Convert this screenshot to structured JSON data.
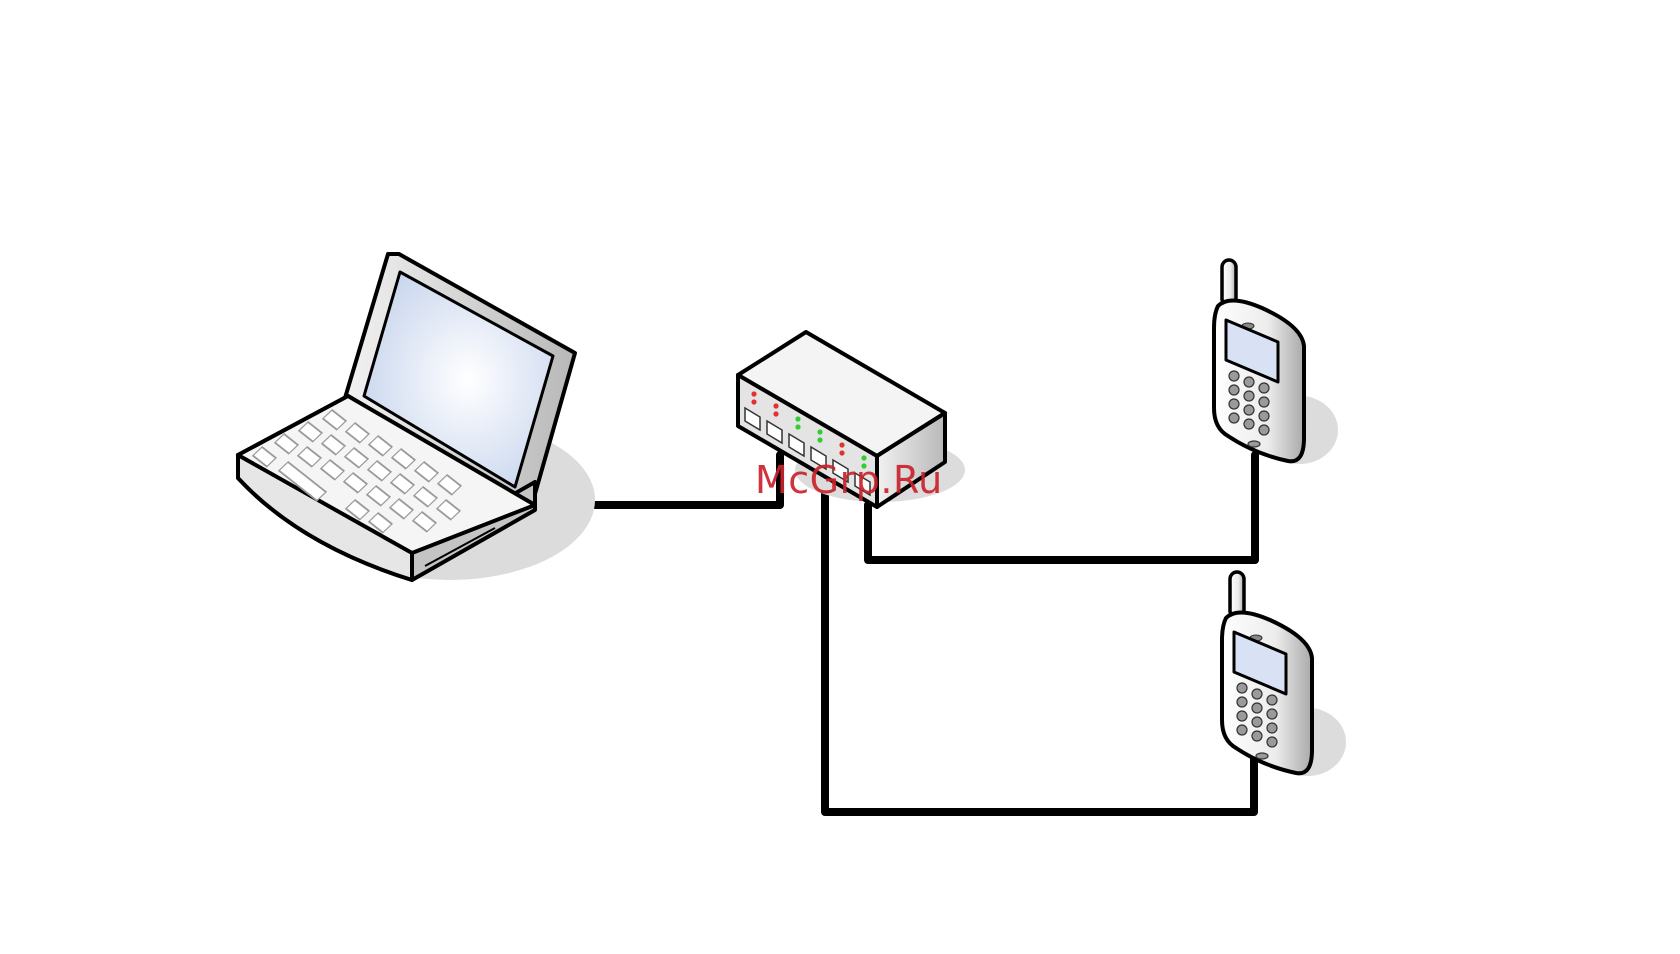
{
  "diagram": {
    "nodes": [
      {
        "id": "laptop",
        "kind": "laptop-icon"
      },
      {
        "id": "switch",
        "kind": "network-switch-icon"
      },
      {
        "id": "phone-top",
        "kind": "mobile-phone-icon"
      },
      {
        "id": "phone-bottom",
        "kind": "mobile-phone-icon"
      }
    ],
    "edges": [
      {
        "from": "laptop",
        "to": "switch"
      },
      {
        "from": "switch",
        "to": "phone-top"
      },
      {
        "from": "switch",
        "to": "phone-bottom"
      }
    ],
    "colors": {
      "cable": "#000000",
      "led_red": "#e53030",
      "led_green": "#33cc33",
      "screen": "#dde6f5",
      "watermark": "#c9232c"
    }
  },
  "watermark": {
    "text": "McGrp.Ru"
  }
}
